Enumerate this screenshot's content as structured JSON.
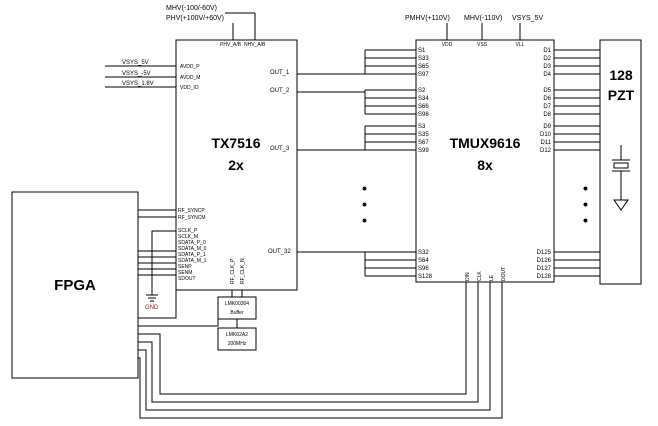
{
  "tx": {
    "title": "TX7516",
    "count": "2x",
    "top_pins": [
      "PHV_A/B",
      "NHV_A/B"
    ],
    "left_inputs": [
      {
        "net": "VSYS_5V",
        "pin": "AVDD_P"
      },
      {
        "net": "VSYS_-5V",
        "pin": "AVDD_M"
      },
      {
        "net": "VSYS_1.8V",
        "pin": "VDD_IO"
      }
    ],
    "fpga_pins": [
      "RF_SYNCP",
      "RF_SYNCM",
      "SCLK_P",
      "SCLK_M",
      "SDATA_P_0",
      "SDATA_M_0",
      "SDATA_P_1",
      "SDATA_M_1",
      "SENP",
      "SENM",
      "SDOUT"
    ],
    "outputs": [
      "OUT_1",
      "OUT_2",
      "OUT_3",
      "OUT_32"
    ],
    "bottom_pins": [
      "RF_CLK_P",
      "RF_CLK_N"
    ]
  },
  "supplies_top": [
    "MHV(-100/-60V)",
    "PHV(+100V/+60V)"
  ],
  "mux": {
    "title": "TMUX9616",
    "count": "8x",
    "top_nets": [
      "PMHV(+110V)",
      "MHV(-110V)",
      "VSYS_5V"
    ],
    "top_pins": [
      "VDD",
      "VSS",
      "VLL"
    ],
    "left_groups": [
      [
        "S1",
        "S33",
        "S65",
        "S97"
      ],
      [
        "S2",
        "S34",
        "S66",
        "S98"
      ],
      [
        "S3",
        "S35",
        "S67",
        "S99"
      ],
      [
        "S32",
        "S64",
        "S96",
        "S128"
      ]
    ],
    "right_groups": [
      [
        "D1",
        "D2",
        "D3",
        "D4"
      ],
      [
        "D5",
        "D6",
        "D7",
        "D8"
      ],
      [
        "D9",
        "D10",
        "D11",
        "D12"
      ],
      [
        "D125",
        "D126",
        "D127",
        "D128"
      ]
    ],
    "bottom_pins": [
      "DIN",
      "CLK",
      "LE",
      "DOUT"
    ]
  },
  "fpga": {
    "label": "FPGA"
  },
  "gnd": {
    "label": "GND"
  },
  "buffer": {
    "part": "LMK00304",
    "role": "Buffer"
  },
  "osc": {
    "part": "LMK62A2",
    "freq": "200MHz"
  },
  "pzt": {
    "line1": "128",
    "line2": "PZT"
  },
  "ellipsis": "•"
}
